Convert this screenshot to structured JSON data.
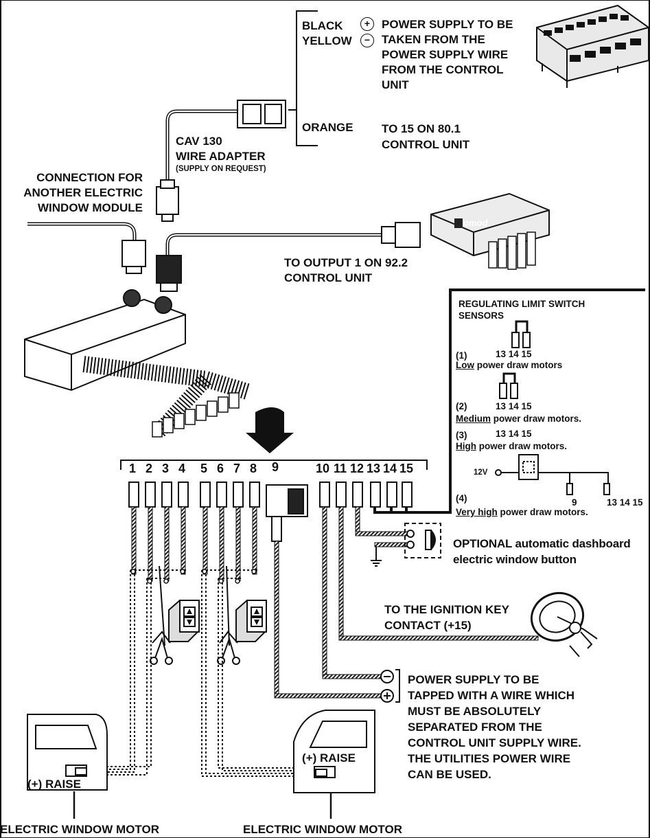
{
  "labels": {
    "black": "BLACK",
    "yellow": "YELLOW",
    "plus": "+",
    "minus": "−",
    "supply_from_unit": [
      "POWER SUPPLY TO BE",
      "TAKEN FROM THE",
      "POWER SUPPLY WIRE",
      "FROM THE CONTROL",
      "UNIT"
    ],
    "orange": "ORANGE",
    "to_15": [
      "TO 15 ON 80.1",
      "CONTROL UNIT"
    ],
    "cav_title": "CAV 130",
    "cav_sub": "WIRE ADAPTER",
    "cav_note": "(SUPPLY ON REQUEST)",
    "another_module": [
      "CONNECTION FOR",
      "ANOTHER ELECTRIC",
      "WINDOW MODULE"
    ],
    "to_output": [
      "TO OUTPUT 1 ON 92.2",
      "CONTROL UNIT"
    ],
    "optional_btn": [
      "OPTIONAL automatic dashboard",
      "electric window button"
    ],
    "ignition": [
      "TO THE IGNITION KEY",
      "CONTACT (+15)"
    ],
    "tapped_supply": [
      "POWER SUPPLY TO BE",
      "TAPPED WITH A WIRE WHICH",
      "MUST BE ABSOLUTELY",
      "SEPARATED FROM THE",
      "CONTROL UNIT SUPPLY WIRE.",
      "THE UTILITIES POWER WIRE",
      "CAN BE USED."
    ],
    "raise": "(+) RAISE",
    "motor": "ELECTRIC WINDOW MOTOR",
    "unit_logo": "omod"
  },
  "terminals": [
    "1",
    "2",
    "3",
    "4",
    "5",
    "6",
    "7",
    "8",
    "9",
    "10",
    "11",
    "12",
    "13",
    "14",
    "15"
  ],
  "sensors": {
    "title": [
      "REGULATING LIMIT SWITCH",
      "SENSORS"
    ],
    "items": [
      {
        "num": "(1)",
        "pins": "13 14 15",
        "emph": "Low",
        "rest": " power draw motors"
      },
      {
        "num": "(2)",
        "pins": "13 14 15",
        "emph": "Medium",
        "rest": " power draw motors."
      },
      {
        "num": "(3)",
        "pins": "13 14 15",
        "emph": "High",
        "rest": " power draw motors."
      },
      {
        "num": "(4)",
        "pins": "",
        "emph": "Very high",
        "rest": " power draw motors."
      }
    ],
    "v12": "12V",
    "pin9": "9",
    "pins_end": "13 14 15"
  }
}
